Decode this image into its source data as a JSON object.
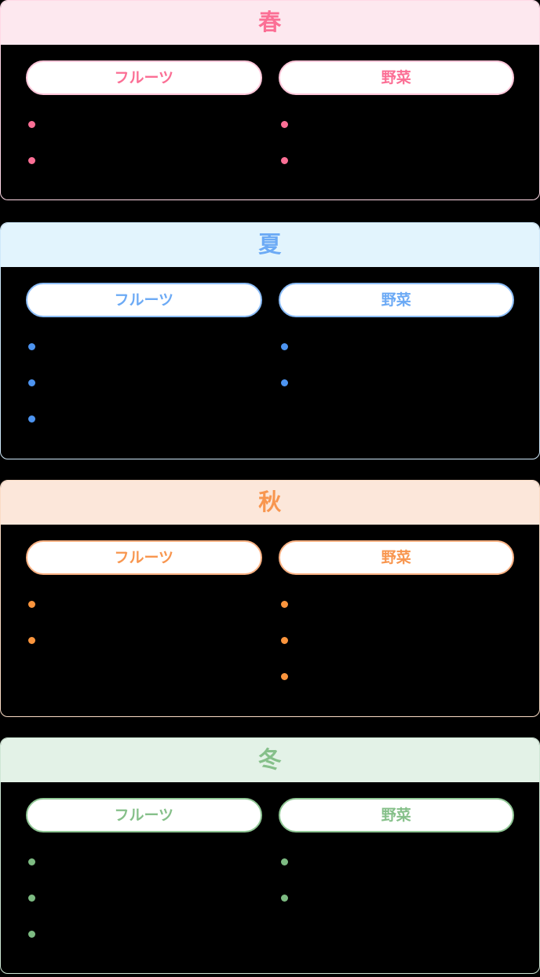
{
  "page": {
    "background_color": "#000000",
    "card_count": 4
  },
  "seasons": [
    {
      "id": "spring",
      "title": "春",
      "header_bg": "#fde8ef",
      "accent_color": "#fb6f95",
      "border_color": "#ffc6d9",
      "categories": [
        {
          "id": "fruits",
          "label": "フルーツ",
          "items": [
            {
              "label": ""
            },
            {
              "label": ""
            }
          ]
        },
        {
          "id": "vegetables",
          "label": "野菜",
          "items": [
            {
              "label": ""
            },
            {
              "label": ""
            }
          ]
        }
      ]
    },
    {
      "id": "summer",
      "title": "夏",
      "header_bg": "#e2f4fd",
      "accent_color": "#6caaf5",
      "border_color": "#8cbdf8",
      "categories": [
        {
          "id": "fruits",
          "label": "フルーツ",
          "items": [
            {
              "label": ""
            },
            {
              "label": ""
            },
            {
              "label": ""
            }
          ]
        },
        {
          "id": "vegetables",
          "label": "野菜",
          "items": [
            {
              "label": ""
            },
            {
              "label": ""
            }
          ]
        }
      ]
    },
    {
      "id": "autumn",
      "title": "秋",
      "header_bg": "#fce7da",
      "accent_color": "#f8964f",
      "border_color": "#fab183",
      "categories": [
        {
          "id": "fruits",
          "label": "フルーツ",
          "items": [
            {
              "label": ""
            },
            {
              "label": ""
            }
          ]
        },
        {
          "id": "vegetables",
          "label": "野菜",
          "items": [
            {
              "label": ""
            },
            {
              "label": ""
            },
            {
              "label": ""
            }
          ]
        }
      ]
    },
    {
      "id": "winter",
      "title": "冬",
      "header_bg": "#e3f2e7",
      "accent_color": "#86c08a",
      "border_color": "#8fc694",
      "categories": [
        {
          "id": "fruits",
          "label": "フルーツ",
          "items": [
            {
              "label": ""
            },
            {
              "label": ""
            },
            {
              "label": ""
            }
          ]
        },
        {
          "id": "vegetables",
          "label": "野菜",
          "items": [
            {
              "label": ""
            },
            {
              "label": ""
            }
          ]
        }
      ]
    }
  ]
}
